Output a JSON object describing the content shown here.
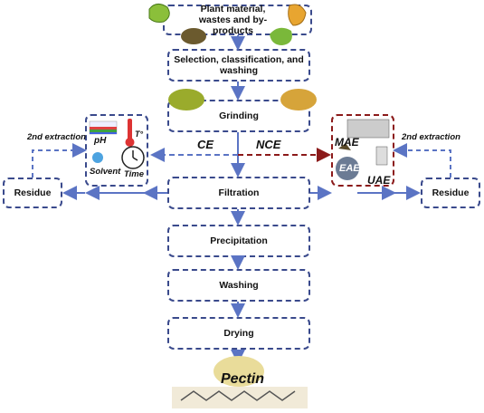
{
  "flow": {
    "start": "Plant material, wastes and by-products",
    "step1": "Selection, classification, and washing",
    "step2": "Grinding",
    "step3": "Filtration",
    "step4": "Precipitation",
    "step5": "Washing",
    "step6": "Drying",
    "product": "Pectin"
  },
  "branches": {
    "ce": "CE",
    "nce": "NCE",
    "left_residue": "Residue",
    "right_residue": "Residue",
    "left_extraction": "2nd extraction",
    "right_extraction": "2nd extraction"
  },
  "conventional": {
    "ph": "pH",
    "temp": "T°",
    "solvent": "Solvent",
    "time": "Time"
  },
  "nonconventional": {
    "mae": "MAE",
    "eae": "EAE",
    "uae": "UAE"
  },
  "colors": {
    "arrow": "#5b74c4",
    "box_border": "#3a4a8c",
    "nce_border": "#8b1a1a"
  }
}
